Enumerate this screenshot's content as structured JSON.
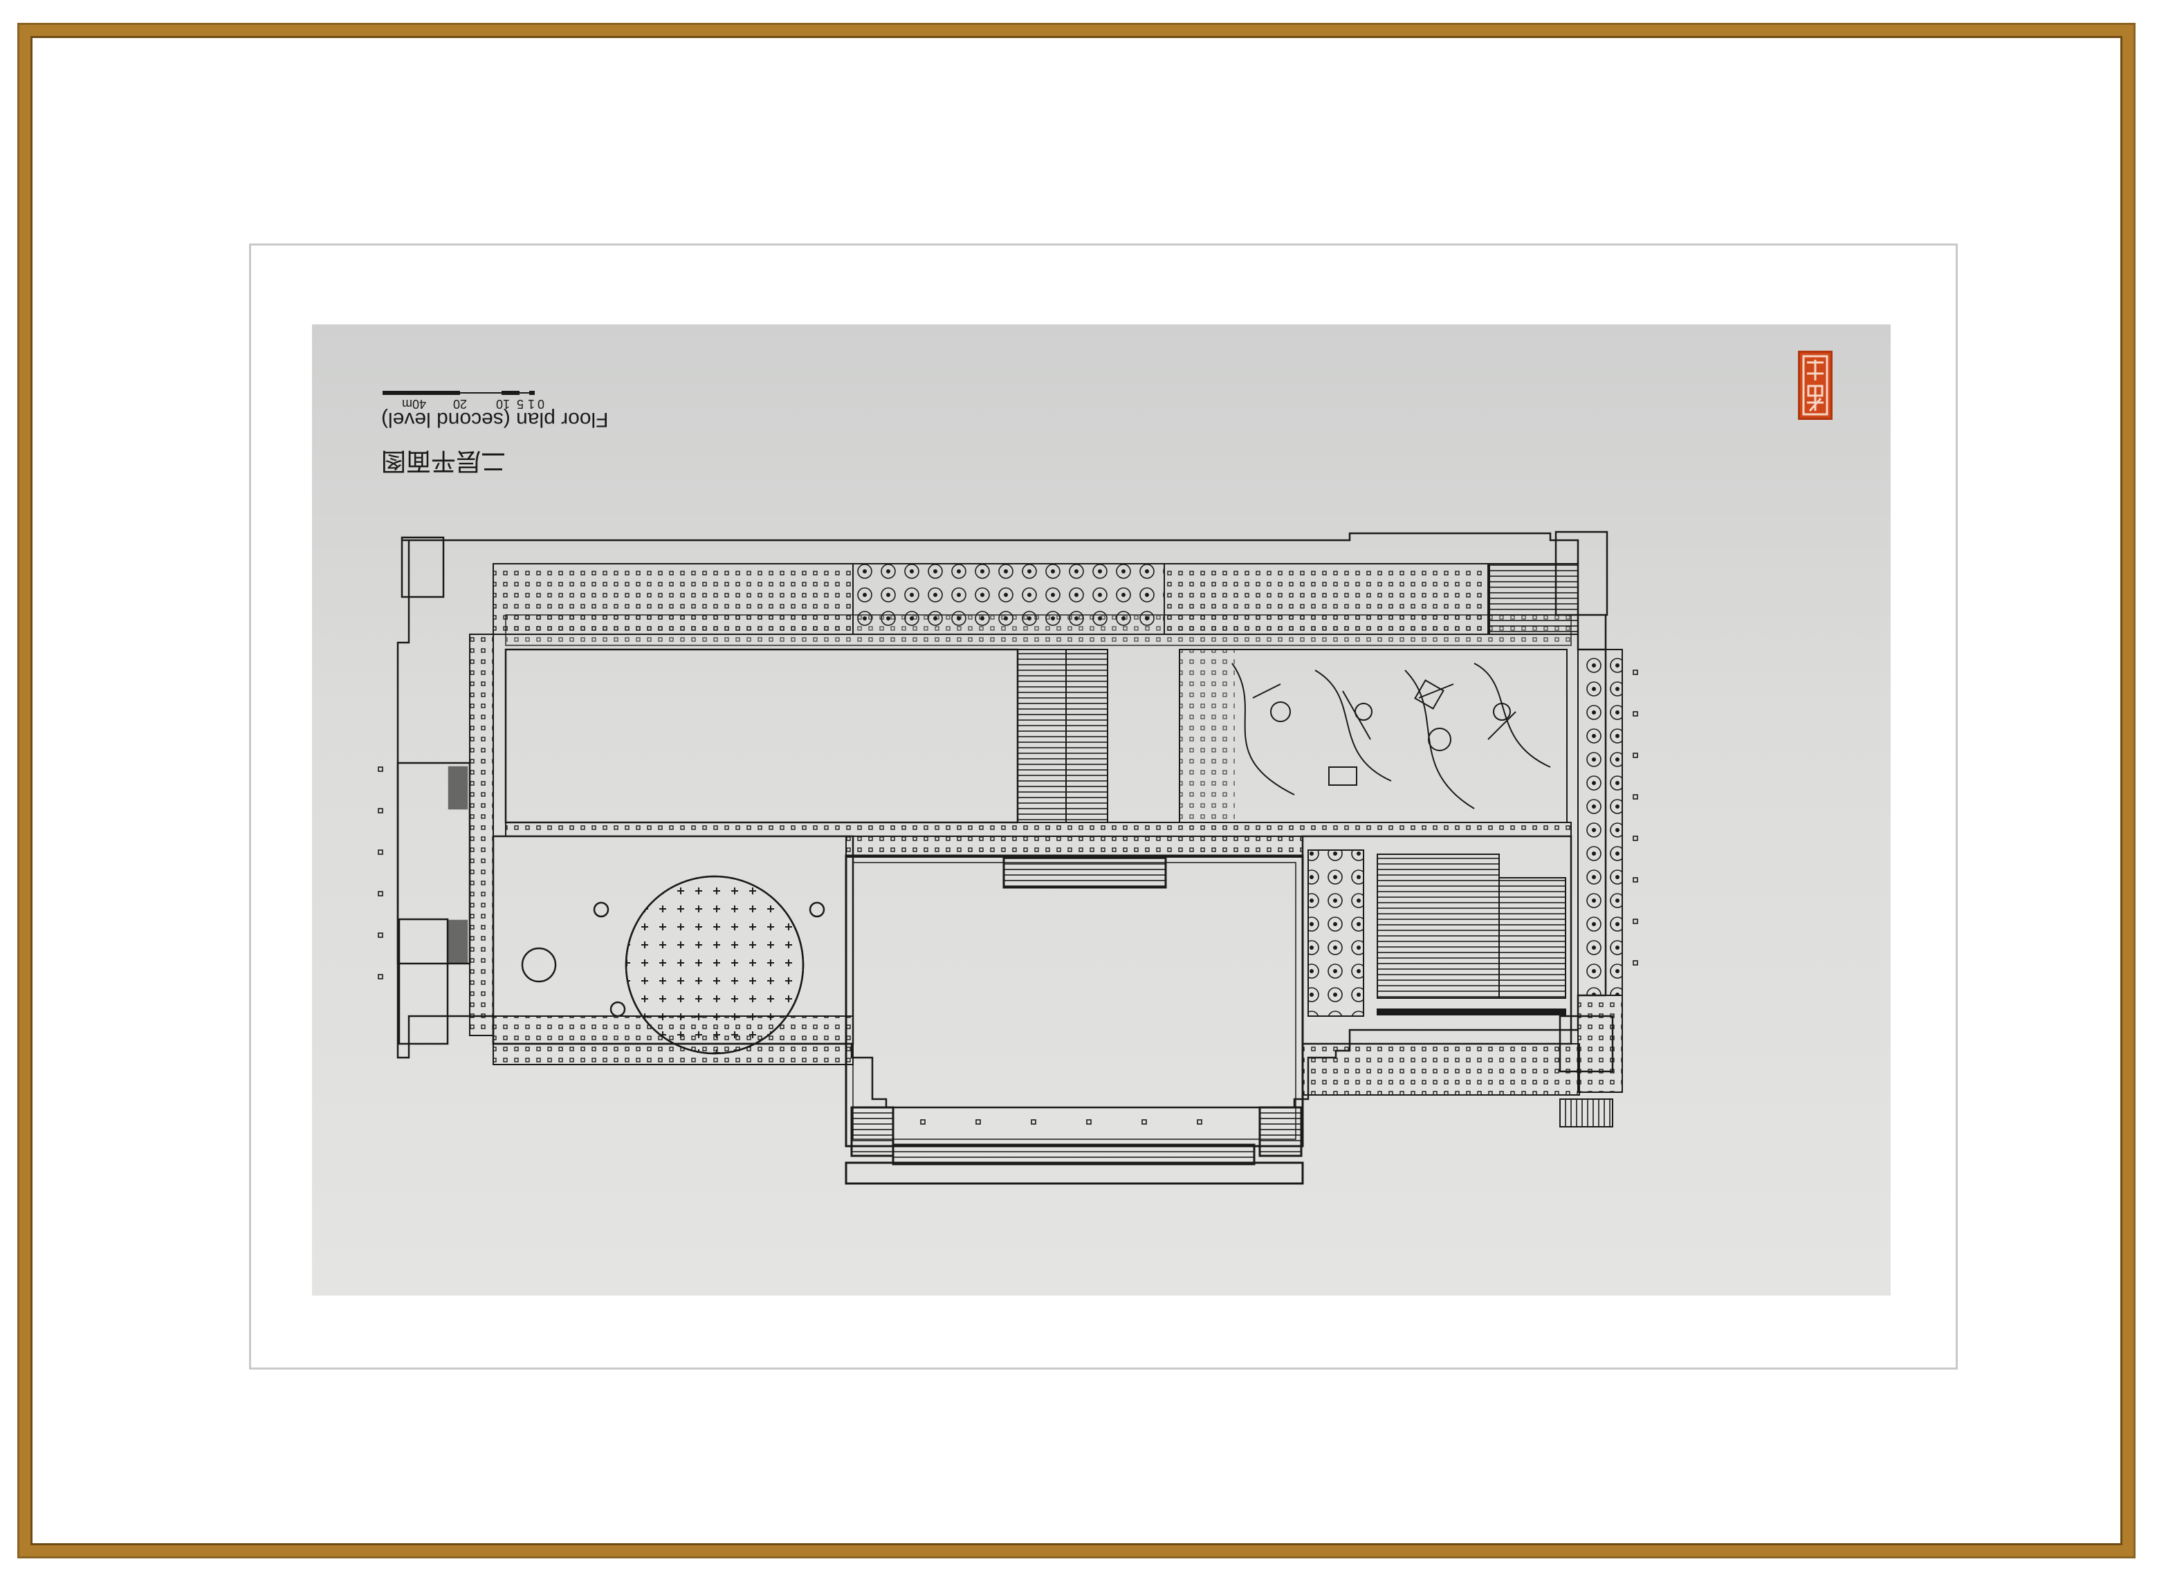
{
  "drawing": {
    "title_cn": "二层平面图",
    "title_en": "Floor plan (second level)",
    "scale_labels": [
      "0",
      "1",
      "5",
      "10",
      "20",
      "40m"
    ]
  },
  "colors": {
    "frame": "#b07d2c",
    "paper": "#dcdcda",
    "ink": "#1a1a1a",
    "seal": "#d0471a"
  },
  "seal": {
    "icon": "red-seal-stamp-icon"
  }
}
